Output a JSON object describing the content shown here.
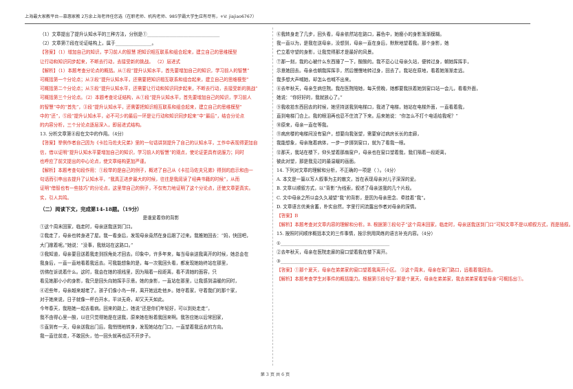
{
  "header": {
    "text": "上海最大家教平台—慕惠家教 2万余上海老师任您选（在职老师、机构老师、985学霸大学生应有尽有，+V: jiajiao6767）"
  },
  "left": [
    {
      "t": "（1）文章提出了提升认知水平的三种方法，分别是①________________________________",
      "c": ""
    },
    {
      "t": "（2）文章第⑦段在论证结构上，属于________________。",
      "c": ""
    },
    {
      "t": "【答案】（1）增加自己的知识，学习前人的智慧   把知识相互联系和组合起来，建立自己的思维模型",
      "c": "red"
    },
    {
      "t": "   让行动和知识同步起来，不断去行动，去接受新的挑战。  （2）层进式",
      "c": "red"
    },
    {
      "t": "【解析】（1）本题考查分论点的概括。从①段“提升认知水平，首先要增加自己的知识，学习前人的智慧”",
      "c": "red"
    },
    {
      "t": "   可概括第一个分论点；从③段“提升认知水平，还需要把知识相互联系和组合起来，建立自己的思维模型”",
      "c": "red"
    },
    {
      "t": "   可概括第二个分论点；从⑤段“提升认知水平，还需要让行动和知识同步起来，不断去行动，去接受新的挑战”",
      "c": "red"
    },
    {
      "t": "   可概括第三个分论点。（2）本题考查论证结构，从①段“提升认知水平，首先要增加自己的知识，学习前人",
      "c": "red"
    },
    {
      "t": "   的智慧”中的“首先”，③段“提升认知水平，还需要把知识相互联系和组合起来，建立自己的思维模型”",
      "c": "red"
    },
    {
      "t": "   中的“还”，⑤段“提升认知水平，必不可少的最后一环是让行动和知识同步起来”中“最后”，结合分论点",
      "c": "red"
    },
    {
      "t": "   的内容分析，三个分论点逐层深入，即层进式结构。",
      "c": "red"
    },
    {
      "t": "13. 分析文章第⑧段在文中的作用。（4分）",
      "c": ""
    },
    {
      "t": "【答案】举例作者自己因为《卡拉马佐夫兄弟》里的一句话讲到提升了自己的认知水平，工作中表现得更加自",
      "c": "red"
    },
    {
      "t": "   信，借以证明“提升认知水平要增加自己的知识，学习前人的智慧”的观点，使论证更具有说服力；同时",
      "c": "red"
    },
    {
      "t": "   也呼应了前文提出的中心论点，使文章结构更加严谨。",
      "c": "red"
    },
    {
      "t": "【解析】本题考查句段作用：①段举的是自己的例子，概述了自己从《卡拉马佐夫兄弟》得到的启示和由一",
      "c": "red"
    },
    {
      "t": "   句话而引申出去提升了认知水平，“我真正进步最大的时候，往往是我阅读了经典书籍的时候”，从而",
      "c": "red"
    },
    {
      "t": "   证明“借智也有一些技巧”的分论点，这里举自己的例子，不仅有力地证明了这个分论点，还使文章更真实。",
      "c": "red"
    },
    {
      "t": "   实，引人共鸣。",
      "c": "red"
    }
  ],
  "section_title": "（二）阅读下文，完成第14-18题。（19分）",
  "article_title": "是谁爱着你的背影",
  "article": [
    "①这个周末回家，临走时，母亲送我送到门口。",
    "②我走了，母亲也转身进了屋。我一看身后，发现母亲竟然在身后跟了过来。我推她回去：“妈，快回吧，",
    "   大门敞着呢。”她说：“没事，我就站在这路口。”",
    "③我知道，母亲要目送着我走到拐角处才回去。印象中，许多年来，每当母亲送我离开的时候，她总会在",
    "   我身后，一直一直地看着我远去。可我能想象的是，每一次我回头看，都发现她始终站在那里，",
    "   仿佛在诉说着什么。这时，我会在她的视线里，因为隔着一段距离，看不清她的面容，只",
    "   看见她那小小的身影，我只是回头向她挥手示意。她的身影，一直站在那里，让我感到温暖的同时，",
    "④近些年，母亲越来越老了。孩子们像小鸟一样，离开她远赴他乡。她守着家，守着我们的那个家，",
    "   对于她来说，日子就像一杯白开水，平淡无奇，却又天天如此。",
    "   今年春天，我陪她一起去看病。回来的路上，她说“还是你们年轻好，可以到处走走”，",
    "   我不由得心里一酸，以往只觉得她是在送我，原来她在盼着我回来啊。我答应她以后常回家，",
    "⑤直到有一天，母亲送我出门后，我悄悄地转身，发现她站在门口，一直望着我远去的方向。",
    "   我一直往前走，不敢回头，怕一回头就再也迈不开步子。"
  ],
  "right": [
    "⑥我转身走了几步，回头看，母亲依然站在路口，暮色中，她瘦小的身影渐渐模糊。",
    "   我一直以为，是我在送母亲，没想到，母亲一直在身后，默默地望着我。那个身影，她",
    "   伫立着守望的身影，让我觉得那才是最好的风景。",
    "⑦那一刻，我的心被什么东西撞了一下，酸酸的。我不忍心让母亲久站，便转过身，朝她挥挥手，",
    "   示意她回去。母亲也朝我挥挥手，然后慢慢地转过身，回去了。我站在原地，看着她渐渐走远。",
    "   我多想大声喊她，却怎么也喊不出来。",
    "⑧去年秋天，母亲生病住院。我在医院陪她，每天傍晚，她都要我扶着她到窗口站一会儿，看看外面，",
    "   她说：“你好好的，我就放心了。”",
    "⑨我收拾东西回去的时候，她坚持送我到电梯口，我进了电梯，她站在电梯外面，一直看着我，",
    "   直到电梯门合上。我的眼泪再也忍不住流了下来。后来她说：“你怎么不打个电话给我呢？”",
    "⑩原来，母亲一直在等我。",
    "⑪病房楼的电梯间没有窗户，想要向我张望，需要穿过病房长长的走廊，",
    "   我能想象，母亲拖着病体，一步一步挪到窗口，就为了看我一眼。",
    "⑫那天，我站在楼下，仰头望着那扇窗户，母亲也在窗口望着我，我们隔着一段距离，",
    "   彼此对望，那是我见过的最温暖的画面。"
  ],
  "q14": {
    "title": "14. 下列对文章的理解和分析，不正确的一项是（ ）。（4分）",
    "options": [
      "A. 本文是一篇以写人叙事为主的散文，旨在表现母亲对儿子深深的爱。",
      "B. 文章以顺叙方式，以“背影”为线索，叙述了母亲送我的几个片段。",
      "C. 文中母亲之所以会久久凝望“我”的背影，是因为母亲思念、牵挂着“我”。",
      "D. 文章语言优美含蓄，朴实自然，字里行间流露出作者对母亲的深情。"
    ],
    "answer": "【答案】B",
    "analysis": "【解析】本题考查对文章内容的理解和分析。B. 根据第①段句子“这个周末回家，临走时，母亲送我送到门口”可知文章不是以顺叙方式，而是插叙。"
  },
  "q15": {
    "title": "15. 按照时间顺序概括本文的三件事情，按示例用简练的语言补充内容。（4分）",
    "lines": [
      "①________________________________________________",
      "②去年秋天，母亲在医院走廊的窗口望着我在楼下离开。",
      "③________________________________________________"
    ],
    "answer": "【答案】①那个夏天，母亲在弟弟家的窗口望着我离开小区。    ③这个周末，母亲在家门路口，远看着我回去。",
    "analysis": "【解析】本题考查学生对事件的概括能力。根据第⑤段句子“那是个夏天，母亲在弟弟家，我去弟弟家看望母亲”可概括出①。"
  },
  "footer": {
    "text": "第 3 页  共 6 页"
  }
}
